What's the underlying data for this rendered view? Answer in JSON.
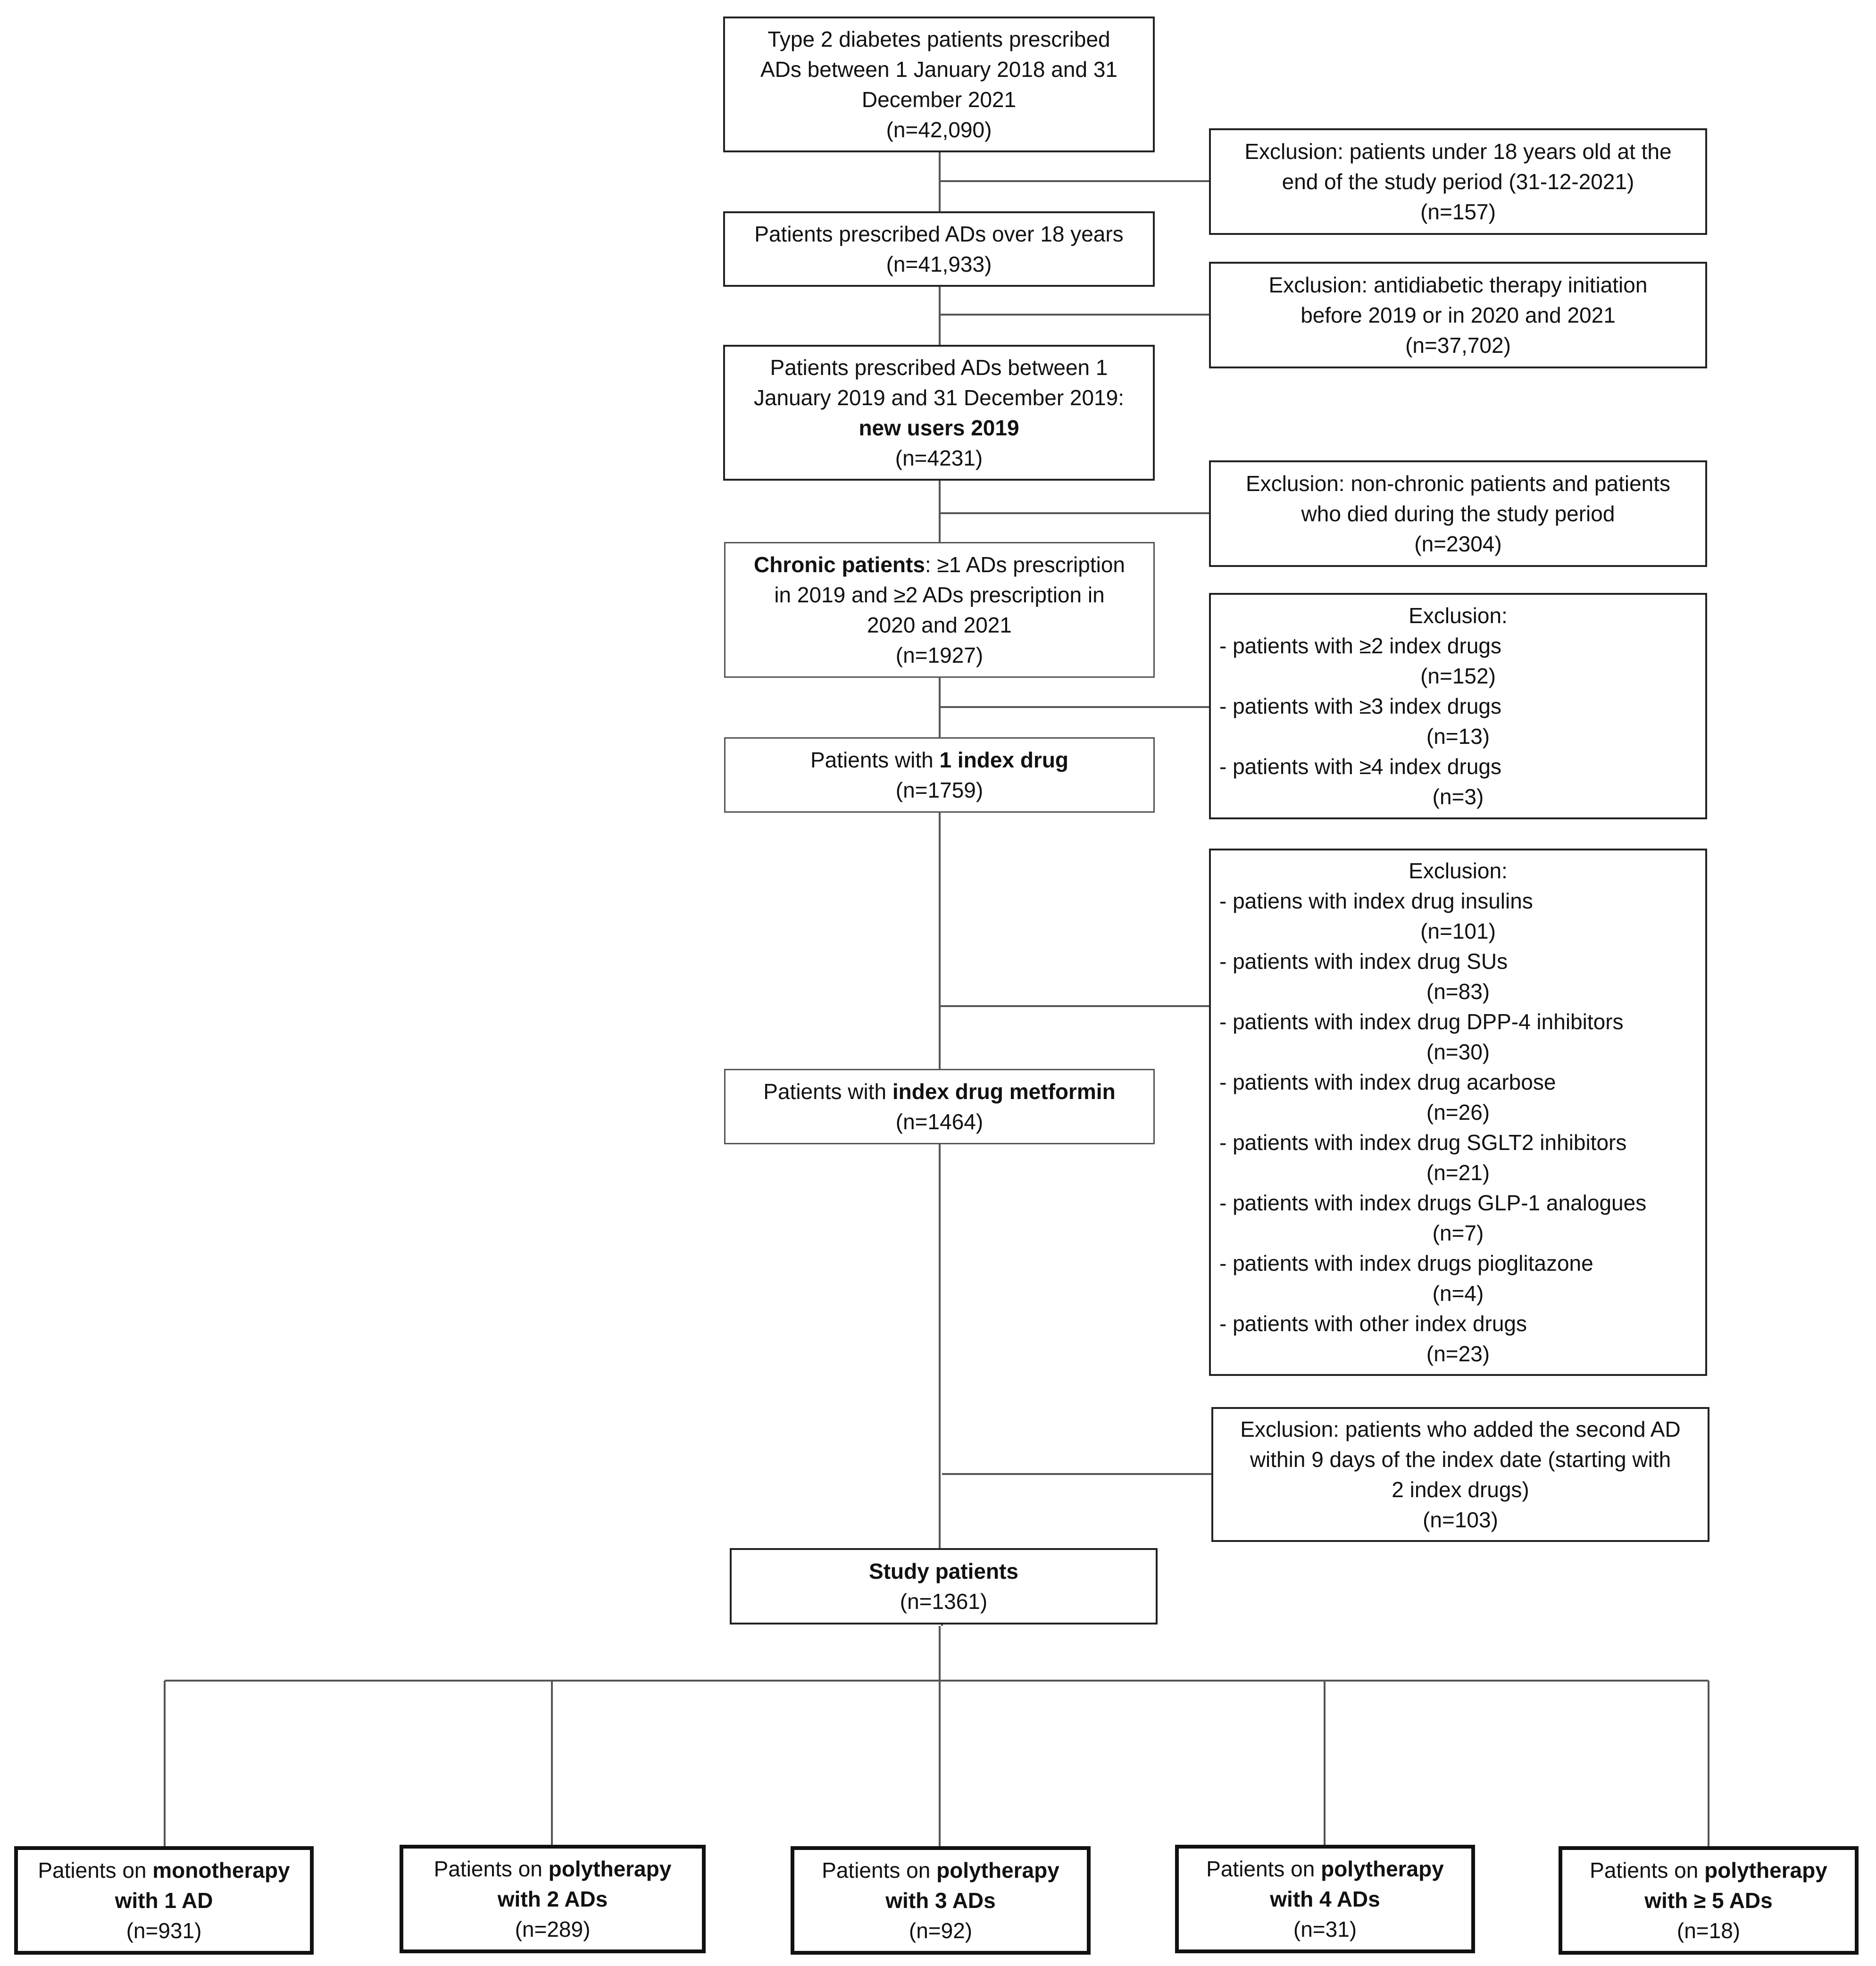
{
  "main": [
    {
      "id": "m1",
      "style": "med",
      "lines": [
        [
          {
            "t": "Type 2 diabetes patients prescribed"
          }
        ],
        [
          {
            "t": "ADs between 1 January 2018 and 31"
          }
        ],
        [
          {
            "t": "December 2021"
          }
        ],
        [
          {
            "t": "(n=42,090)"
          }
        ]
      ]
    },
    {
      "id": "m2",
      "style": "med",
      "lines": [
        [
          {
            "t": "Patients prescribed ADs over 18 years"
          }
        ],
        [
          {
            "t": "(n=41,933)"
          }
        ]
      ]
    },
    {
      "id": "m3",
      "style": "med",
      "lines": [
        [
          {
            "t": "Patients prescribed ADs between 1"
          }
        ],
        [
          {
            "t": "January 2019 and 31 December 2019:"
          }
        ],
        [
          {
            "t": "new users 2019",
            "b": true
          }
        ],
        [
          {
            "t": "(n=4231)"
          }
        ]
      ]
    },
    {
      "id": "m4",
      "style": "thin",
      "lines": [
        [
          {
            "t": "Chronic patients",
            "b": true
          },
          {
            "t": ": ≥1 ADs prescription"
          }
        ],
        [
          {
            "t": "in 2019 and ≥2 ADs prescription in"
          }
        ],
        [
          {
            "t": "2020 and 2021"
          }
        ],
        [
          {
            "t": "(n=1927)"
          }
        ]
      ]
    },
    {
      "id": "m5",
      "style": "thin",
      "lines": [
        [
          {
            "t": "Patients with "
          },
          {
            "t": "1 index drug",
            "b": true
          }
        ],
        [
          {
            "t": "(n=1759)"
          }
        ]
      ]
    },
    {
      "id": "m6",
      "style": "thin",
      "lines": [
        [
          {
            "t": "Patients with "
          },
          {
            "t": "index drug metformin",
            "b": true
          }
        ],
        [
          {
            "t": "(n=1464)"
          }
        ]
      ]
    },
    {
      "id": "m7",
      "style": "med",
      "lines": [
        [
          {
            "t": "Study patients",
            "b": true
          }
        ],
        [
          {
            "t": "(n=1361)"
          }
        ]
      ]
    }
  ],
  "exclusions": [
    {
      "id": "e1",
      "lines": [
        {
          "t": "Exclusion: patients under 18 years old at the",
          "a": "c"
        },
        {
          "t": "end of the study period (31-12-2021)",
          "a": "c"
        },
        {
          "t": "(n=157)",
          "a": "c"
        }
      ]
    },
    {
      "id": "e2",
      "lines": [
        {
          "t": "Exclusion: antidiabetic therapy initiation",
          "a": "c"
        },
        {
          "t": "before 2019 or in 2020 and 2021",
          "a": "c"
        },
        {
          "t": "(n=37,702)",
          "a": "c"
        }
      ]
    },
    {
      "id": "e3",
      "lines": [
        {
          "t": "Exclusion: non-chronic patients and patients",
          "a": "c"
        },
        {
          "t": "who died during the study period",
          "a": "c"
        },
        {
          "t": "(n=2304)",
          "a": "c"
        }
      ]
    },
    {
      "id": "e4",
      "lines": [
        {
          "t": "Exclusion:",
          "a": "c"
        },
        {
          "t": "- patients with ≥2 index drugs",
          "a": "l"
        },
        {
          "t": "(n=152)",
          "a": "c"
        },
        {
          "t": "- patients with ≥3 index drugs",
          "a": "l"
        },
        {
          "t": "(n=13)",
          "a": "c"
        },
        {
          "t": "- patients with ≥4 index drugs",
          "a": "l"
        },
        {
          "t": "(n=3)",
          "a": "c"
        }
      ]
    },
    {
      "id": "e5",
      "lines": [
        {
          "t": "Exclusion:",
          "a": "c"
        },
        {
          "t": "- patiens with index drug insulins",
          "a": "l"
        },
        {
          "t": "(n=101)",
          "a": "c"
        },
        {
          "t": "- patients with index drug SUs",
          "a": "l"
        },
        {
          "t": "(n=83)",
          "a": "c"
        },
        {
          "t": "- patients with index drug DPP-4 inhibitors",
          "a": "l"
        },
        {
          "t": "(n=30)",
          "a": "c"
        },
        {
          "t": "- patients with index drug acarbose",
          "a": "l"
        },
        {
          "t": "(n=26)",
          "a": "c"
        },
        {
          "t": "- patients with index drug SGLT2 inhibitors",
          "a": "l"
        },
        {
          "t": "(n=21)",
          "a": "c"
        },
        {
          "t": "- patients with index drugs GLP-1 analogues",
          "a": "l"
        },
        {
          "t": "(n=7)",
          "a": "c"
        },
        {
          "t": "- patients with index drugs pioglitazone",
          "a": "l"
        },
        {
          "t": "(n=4)",
          "a": "c"
        },
        {
          "t": "- patients with other index drugs",
          "a": "l"
        },
        {
          "t": "(n=23)",
          "a": "c"
        }
      ]
    },
    {
      "id": "e6",
      "lines": [
        {
          "t": "Exclusion: patients who added the second AD",
          "a": "c"
        },
        {
          "t": "within 9 days of the index date (starting with",
          "a": "c"
        },
        {
          "t": "2 index drugs)",
          "a": "c"
        },
        {
          "t": "(n=103)",
          "a": "c"
        }
      ]
    }
  ],
  "outcomes": [
    {
      "id": "o1",
      "lines": [
        [
          {
            "t": "Patients on "
          },
          {
            "t": "monotherapy",
            "b": true
          }
        ],
        [
          {
            "t": "with 1 AD",
            "b": true
          }
        ],
        [
          {
            "t": "(n=931)"
          }
        ]
      ]
    },
    {
      "id": "o2",
      "lines": [
        [
          {
            "t": "Patients on "
          },
          {
            "t": "polytherapy",
            "b": true
          }
        ],
        [
          {
            "t": "with 2 ADs",
            "b": true
          }
        ],
        [
          {
            "t": "(n=289)"
          }
        ]
      ]
    },
    {
      "id": "o3",
      "lines": [
        [
          {
            "t": "Patients on "
          },
          {
            "t": "polytherapy",
            "b": true
          }
        ],
        [
          {
            "t": "with 3 ADs",
            "b": true
          }
        ],
        [
          {
            "t": "(n=92)"
          }
        ]
      ]
    },
    {
      "id": "o4",
      "lines": [
        [
          {
            "t": "Patients on "
          },
          {
            "t": "polytherapy",
            "b": true
          }
        ],
        [
          {
            "t": "with 4 ADs",
            "b": true
          }
        ],
        [
          {
            "t": "(n=31)"
          }
        ]
      ]
    },
    {
      "id": "o5",
      "lines": [
        [
          {
            "t": "Patients on "
          },
          {
            "t": "polytherapy",
            "b": true
          }
        ],
        [
          {
            "t": "with ≥ 5 ADs",
            "b": true
          }
        ],
        [
          {
            "t": "(n=18)"
          }
        ]
      ]
    }
  ]
}
